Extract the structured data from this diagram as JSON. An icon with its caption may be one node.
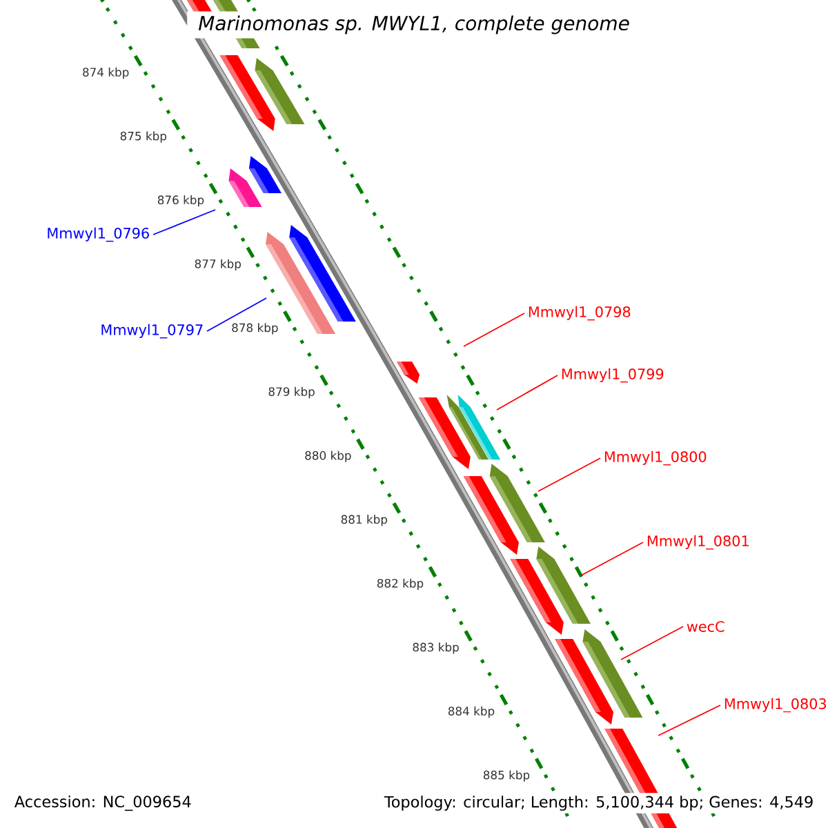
{
  "diagram": {
    "title": "Marinomonas sp. MWYL1, complete genome",
    "nodes": [
      {
        "text": [
          "Mmwyl1_0796"
        ]
      },
      {
        "text": [
          "Mmwyl1_0797"
        ]
      },
      {
        "text": [
          "Mmwyl1_0798"
        ]
      },
      {
        "text": [
          "Mmwyl1_0799"
        ]
      },
      {
        "text": [
          "Mmwyl1_0800"
        ]
      },
      {
        "text": [
          "Mmwyl1_0801"
        ]
      },
      {
        "text": [
          "wecC"
        ]
      },
      {
        "text": [
          "Mmwyl1_0803"
        ]
      }
    ],
    "edges": [
      {
        "from": 0,
        "to": null,
        "arrow": "none",
        "color": "#0000ff"
      },
      {
        "from": 1,
        "to": null,
        "arrow": "none",
        "color": "#0000ff"
      },
      {
        "from": 2,
        "to": null,
        "arrow": "none"
      },
      {
        "from": 3,
        "to": null,
        "arrow": "none"
      },
      {
        "from": 4,
        "to": null,
        "arrow": "none"
      },
      {
        "from": 5,
        "to": null,
        "arrow": "none"
      },
      {
        "from": 6,
        "to": null,
        "arrow": "none"
      },
      {
        "from": 7,
        "to": null,
        "arrow": "none"
      }
    ],
    "labels": [
      "874 kbp",
      "875 kbp",
      "876 kbp",
      "877 kbp",
      "878 kbp",
      "879 kbp",
      "880 kbp",
      "881 kbp",
      "882 kbp",
      "883 kbp",
      "884 kbp",
      "885 kbp",
      "Accession: NC_009654",
      "Topology: circular; Length: 5,100,344 bp; Genes: 4,549"
    ]
  }
}
